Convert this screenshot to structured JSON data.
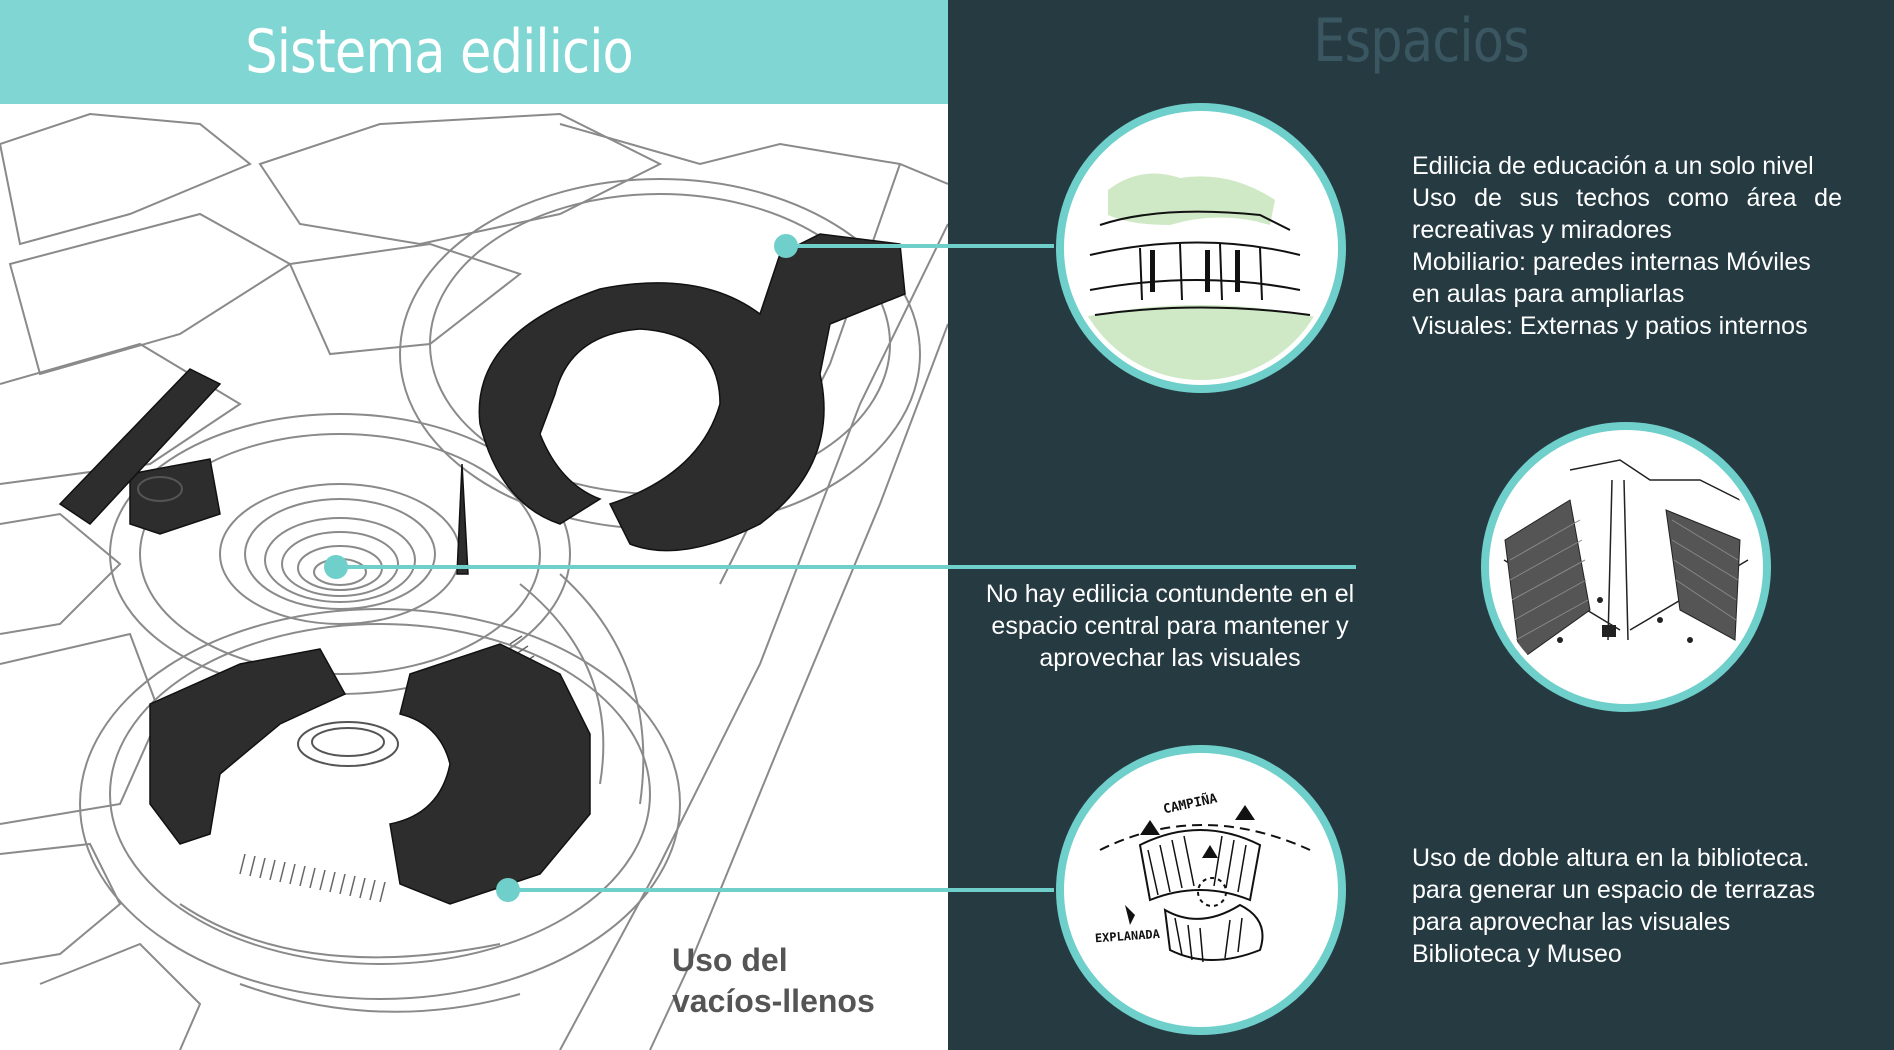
{
  "left": {
    "title": "Sistema edilicio",
    "caption_line1": "Uso del",
    "caption_line2": "vacíos-llenos"
  },
  "right": {
    "title": "Espacios",
    "block1": {
      "line1": "Edilicia de educación  a un solo nivel",
      "line2": "Uso de sus techos como área de",
      "line3": "recreativas y miradores",
      "line4": "Mobiliario:  paredes internas Móviles",
      "line5": "en aulas para ampliarlas",
      "line6": "Visuales: Externas y patios  internos"
    },
    "block2": {
      "line1": "No hay edilicia contundente en el",
      "line2": "espacio central  para mantener y",
      "line3": "aprovechar  las visuales"
    },
    "block3": {
      "line1": "Uso de doble altura en la biblioteca.",
      "line2": "para generar un espacio de terrazas",
      "line3": "para aprovechar las visuales",
      "line4": "Biblioteca y Museo"
    },
    "sketch_labels": {
      "campina": "CAMPIÑA",
      "explanada": "EXPLANADA"
    }
  },
  "colors": {
    "accent": "#7fd6d3",
    "dark_bg": "#263a42",
    "ring": "#6fcfcb",
    "building": "#2d2d2d",
    "caption": "#555555"
  }
}
